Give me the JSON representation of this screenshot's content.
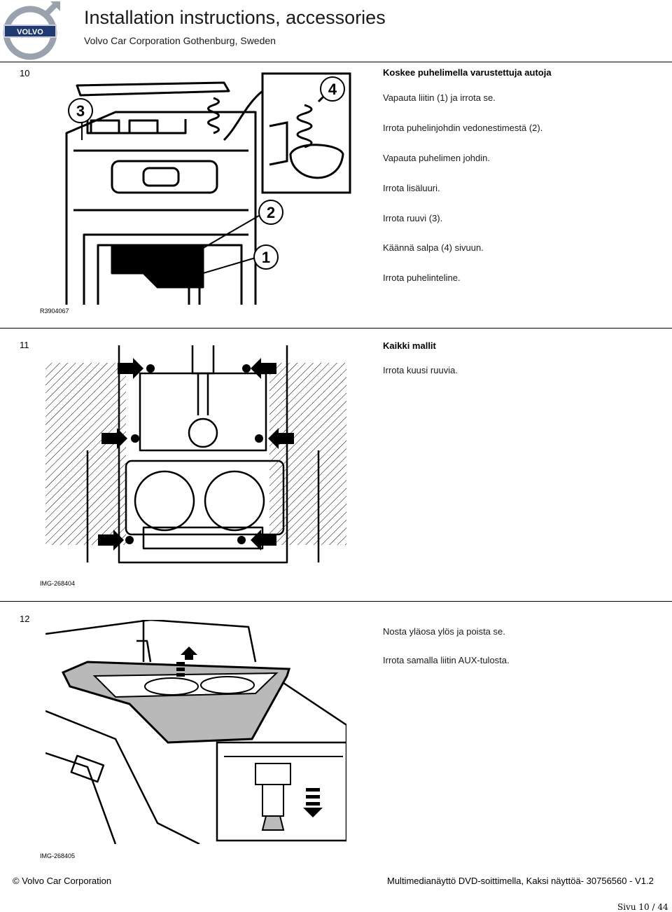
{
  "header": {
    "title": "Installation instructions, accessories",
    "subtitle": "Volvo Car Corporation Gothenburg, Sweden",
    "logo_text": "VOLVO"
  },
  "steps": [
    {
      "number": "10",
      "title": "Koskee puhelimella varustettuja autoja",
      "lines": [
        "Vapauta liitin (1) ja irrota se.",
        "Irrota puhelinjohdin vedonestimestä (2).",
        "Vapauta puhelimen johdin.",
        "Irrota lisäluuri.",
        "Irrota ruuvi (3).",
        "Käännä salpa (4) sivuun.",
        "Irrota puhelinteline."
      ],
      "figure_ref": "R3904067",
      "callouts": [
        "1",
        "2",
        "3",
        "4"
      ]
    },
    {
      "number": "11",
      "title": "Kaikki mallit",
      "lines": [
        "Irrota kuusi ruuvia."
      ],
      "figure_ref": "IMG-268404"
    },
    {
      "number": "12",
      "title": "",
      "lines": [
        "Nosta yläosa ylös ja poista se.",
        "Irrota samalla liitin AUX-tulosta."
      ],
      "figure_ref": "IMG-268405"
    }
  ],
  "footer": {
    "copyright": "© Volvo Car Corporation",
    "doc_title": "Multimedianäyttö DVD-soittimella, Kaksi näyttöä- 30756560 - V1.2",
    "page": "Sivu 10 / 44"
  }
}
